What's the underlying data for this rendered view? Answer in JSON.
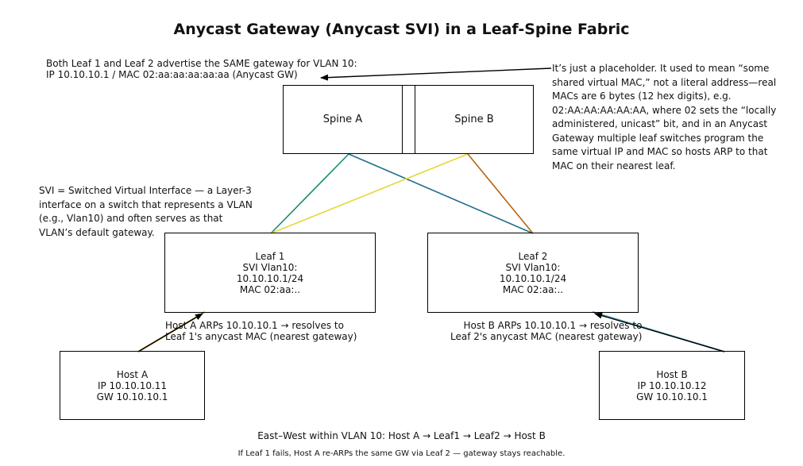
{
  "title": "Anycast Gateway (Anycast SVI) in a Leaf-Spine Fabric",
  "top_note": "Both Leaf 1 and Leaf 2 advertise the SAME gateway for VLAN 10:\nIP 10.10.10.1 / MAC 02:aa:aa:aa:aa:aa (Anycast GW)",
  "placeholder_note": "It’s just a placeholder. It used to mean “some\nshared virtual MAC,” not a literal address—real\nMACs are 6 bytes (12 hex digits), e.g.\n02:AA:AA:AA:AA:AA, where 02 sets the “locally\nadministered, unicast” bit, and in an Anycast\nGateway multiple leaf switches program the\nsame virtual IP and MAC so hosts ARP to that\nMAC on their nearest leaf.",
  "svi_note": "SVI = Switched Virtual Interface — a Layer-3\ninterface on a switch that represents a VLAN\n(e.g., Vlan10) and often serves as that\nVLAN’s default gateway.",
  "nodes": {
    "spine_a": "Spine A",
    "spine_b": "Spine B",
    "leaf1": "Leaf 1\nSVI Vlan10:\n10.10.10.1/24\nMAC 02:aa:..",
    "leaf2": "Leaf 2\nSVI Vlan10:\n10.10.10.1/24\nMAC 02:aa:..",
    "host_a": "Host A\nIP 10.10.10.11\nGW 10.10.10.1",
    "host_b": "Host B\nIP 10.10.10.12\nGW 10.10.10.1"
  },
  "arp_a": "Host A ARPs 10.10.10.1 → resolves to\nLeaf 1's anycast MAC (nearest gateway)",
  "arp_b": "Host B ARPs 10.10.10.1 → resolves to\nLeaf 2's anycast MAC (nearest gateway)",
  "east_west": "East–West within VLAN 10: Host A → Leaf1 → Leaf2 → Host B",
  "failover": "If Leaf 1 fails, Host A re-ARPs the same GW via Leaf 2 — gateway stays reachable.",
  "colors": {
    "spineA_leaf1": "#1a8a74",
    "spineA_leaf2": "#1e6f8c",
    "spineB_leaf1": "#e3d83a",
    "spineB_leaf2": "#b8650f",
    "hostA_leaf1": "#c79a1c",
    "hostB_leaf2": "#4aa0b0"
  }
}
